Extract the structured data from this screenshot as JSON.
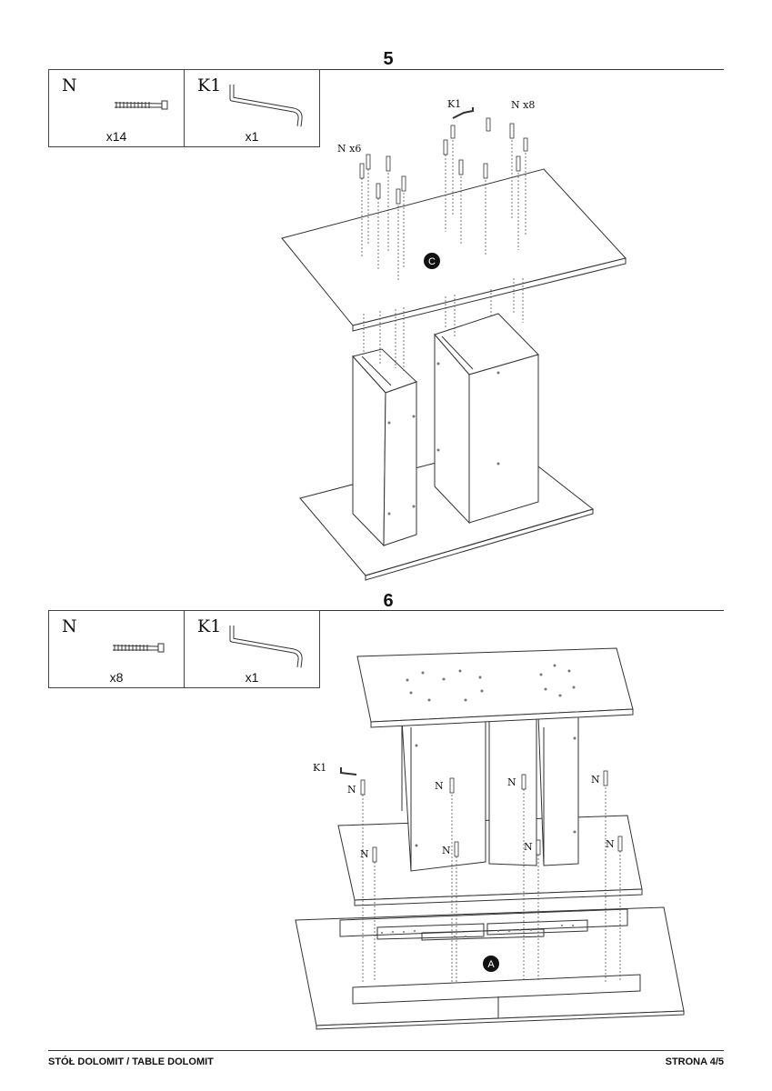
{
  "steps": [
    {
      "number": "5",
      "parts": [
        {
          "code": "N",
          "icon": "screw-icon",
          "qty": "x14"
        },
        {
          "code": "K1",
          "icon": "hex-key-icon",
          "qty": "x1"
        }
      ],
      "callouts": {
        "k1": "K1",
        "n_x8": "N x8",
        "n_x6": "N x6",
        "marker": "C"
      }
    },
    {
      "number": "6",
      "parts": [
        {
          "code": "N",
          "icon": "screw-icon",
          "qty": "x8"
        },
        {
          "code": "K1",
          "icon": "hex-key-icon",
          "qty": "x1"
        }
      ],
      "callouts": {
        "k1": "K1",
        "n": "N",
        "marker": "A"
      }
    }
  ],
  "footer": {
    "left": "STÓŁ DOLOMIT / TABLE DOLOMIT",
    "right": "STRONA 4/5"
  }
}
